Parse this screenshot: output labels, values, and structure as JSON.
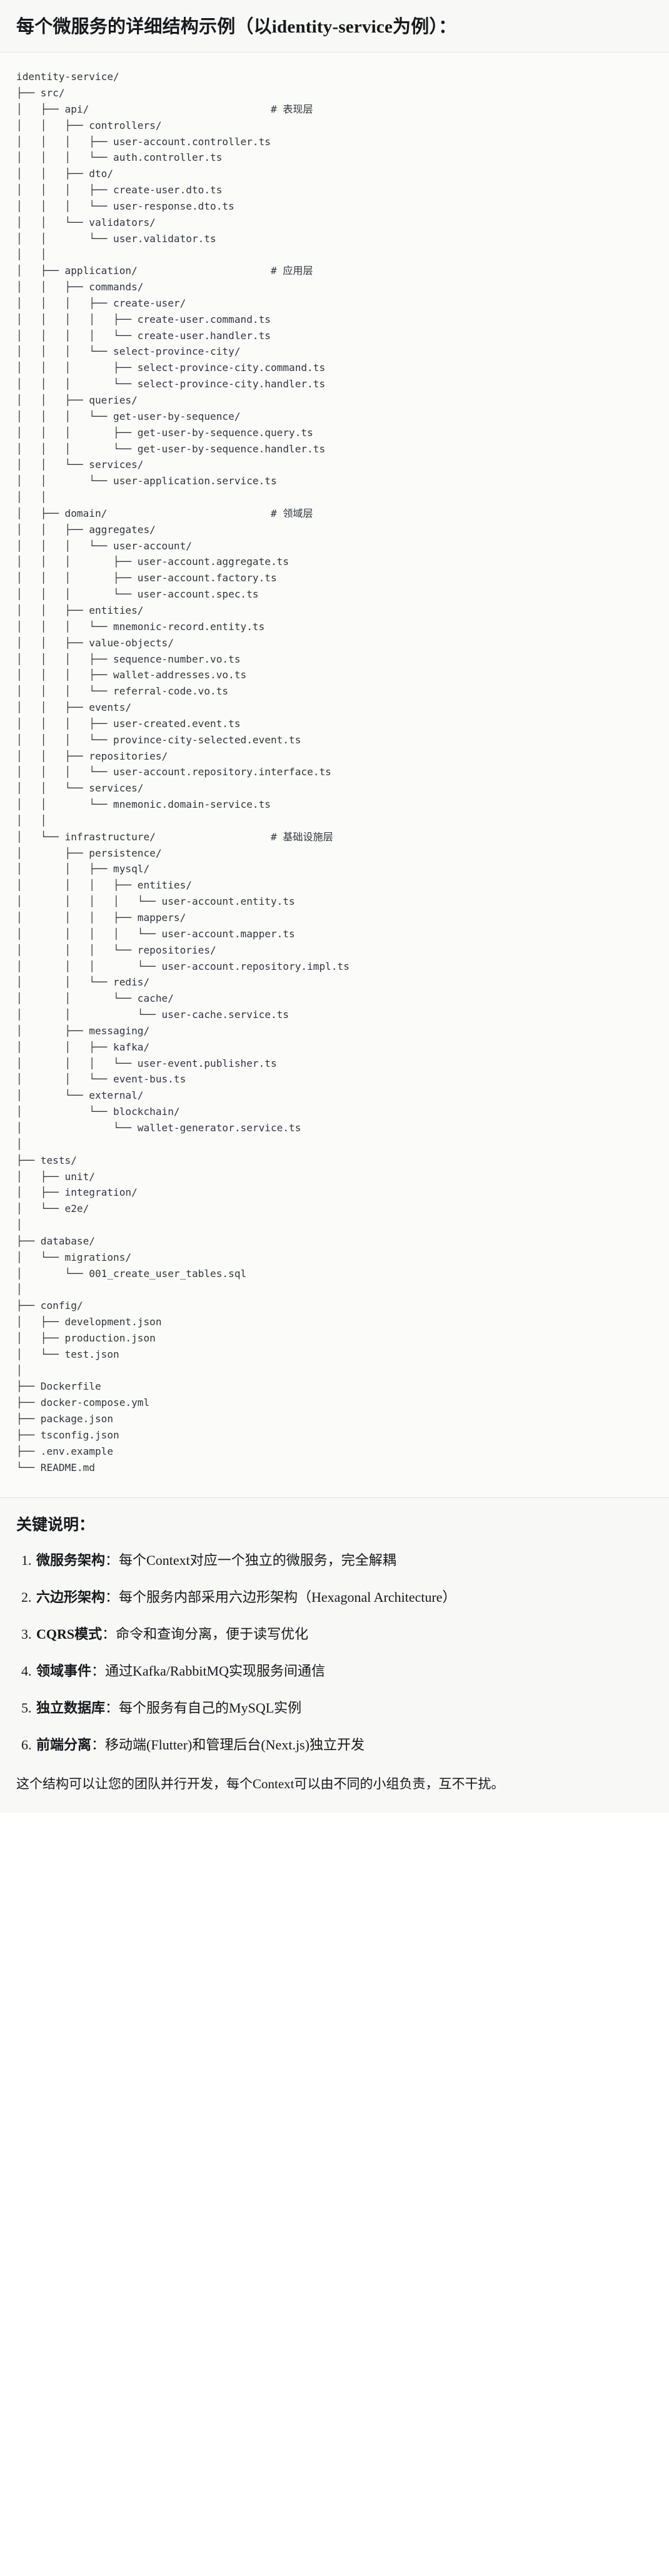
{
  "heading": {
    "title": "每个微服务的详细结构示例（以identity-service为例）："
  },
  "tree": {
    "root_label": "identity-service/",
    "layer_comments": {
      "api": "# 表现层",
      "application": "# 应用层",
      "domain": "# 领域层",
      "infrastructure": "# 基础设施层"
    },
    "text": "identity-service/\n├── src/\n│   ├── api/                              # 表现层\n│   │   ├── controllers/\n│   │   │   ├── user-account.controller.ts\n│   │   │   └── auth.controller.ts\n│   │   ├── dto/\n│   │   │   ├── create-user.dto.ts\n│   │   │   └── user-response.dto.ts\n│   │   └── validators/\n│   │       └── user.validator.ts\n│   │\n│   ├── application/                      # 应用层\n│   │   ├── commands/\n│   │   │   ├── create-user/\n│   │   │   │   ├── create-user.command.ts\n│   │   │   │   └── create-user.handler.ts\n│   │   │   └── select-province-city/\n│   │   │       ├── select-province-city.command.ts\n│   │   │       └── select-province-city.handler.ts\n│   │   ├── queries/\n│   │   │   └── get-user-by-sequence/\n│   │   │       ├── get-user-by-sequence.query.ts\n│   │   │       └── get-user-by-sequence.handler.ts\n│   │   └── services/\n│   │       └── user-application.service.ts\n│   │\n│   ├── domain/                           # 领域层\n│   │   ├── aggregates/\n│   │   │   └── user-account/\n│   │   │       ├── user-account.aggregate.ts\n│   │   │       ├── user-account.factory.ts\n│   │   │       └── user-account.spec.ts\n│   │   ├── entities/\n│   │   │   └── mnemonic-record.entity.ts\n│   │   ├── value-objects/\n│   │   │   ├── sequence-number.vo.ts\n│   │   │   ├── wallet-addresses.vo.ts\n│   │   │   └── referral-code.vo.ts\n│   │   ├── events/\n│   │   │   ├── user-created.event.ts\n│   │   │   └── province-city-selected.event.ts\n│   │   ├── repositories/\n│   │   │   └── user-account.repository.interface.ts\n│   │   └── services/\n│   │       └── mnemonic.domain-service.ts\n│   │\n│   └── infrastructure/                   # 基础设施层\n│       ├── persistence/\n│       │   ├── mysql/\n│       │   │   ├── entities/\n│       │   │   │   └── user-account.entity.ts\n│       │   │   ├── mappers/\n│       │   │   │   └── user-account.mapper.ts\n│       │   │   └── repositories/\n│       │   │       └── user-account.repository.impl.ts\n│       │   └── redis/\n│       │       └── cache/\n│       │           └── user-cache.service.ts\n│       ├── messaging/\n│       │   ├── kafka/\n│       │   │   └── user-event.publisher.ts\n│       │   └── event-bus.ts\n│       └── external/\n│           └── blockchain/\n│               └── wallet-generator.service.ts\n│\n├── tests/\n│   ├── unit/\n│   ├── integration/\n│   └── e2e/\n│\n├── database/\n│   └── migrations/\n│       └── 001_create_user_tables.sql\n│\n├── config/\n│   ├── development.json\n│   ├── production.json\n│   └── test.json\n│\n├── Dockerfile\n├── docker-compose.yml\n├── package.json\n├── tsconfig.json\n├── .env.example\n└── README.md"
  },
  "notes": {
    "title": "关键说明：",
    "items": [
      {
        "term": "微服务架构",
        "sep": "：",
        "desc": "每个Context对应一个独立的微服务，完全解耦"
      },
      {
        "term": "六边形架构",
        "sep": "：",
        "desc": "每个服务内部采用六边形架构（Hexagonal Architecture）"
      },
      {
        "term": "CQRS模式",
        "sep": "：",
        "desc": "命令和查询分离，便于读写优化"
      },
      {
        "term": "领域事件",
        "sep": "：",
        "desc": "通过Kafka/RabbitMQ实现服务间通信"
      },
      {
        "term": "独立数据库",
        "sep": "：",
        "desc": "每个服务有自己的MySQL实例"
      },
      {
        "term": "前端分离",
        "sep": "：",
        "desc": "移动端(Flutter)和管理后台(Next.js)独立开发"
      }
    ],
    "closing": "这个结构可以让您的团队并行开发，每个Context可以由不同的小组负责，互不干扰。"
  },
  "colors": {
    "heading_bg": "#f8f8f6",
    "tree_bg": "#fbfbfa",
    "notes_bg": "#f8f8f6",
    "text": "#16181c",
    "code_text": "#30353b",
    "divider": "#e3e3df"
  }
}
